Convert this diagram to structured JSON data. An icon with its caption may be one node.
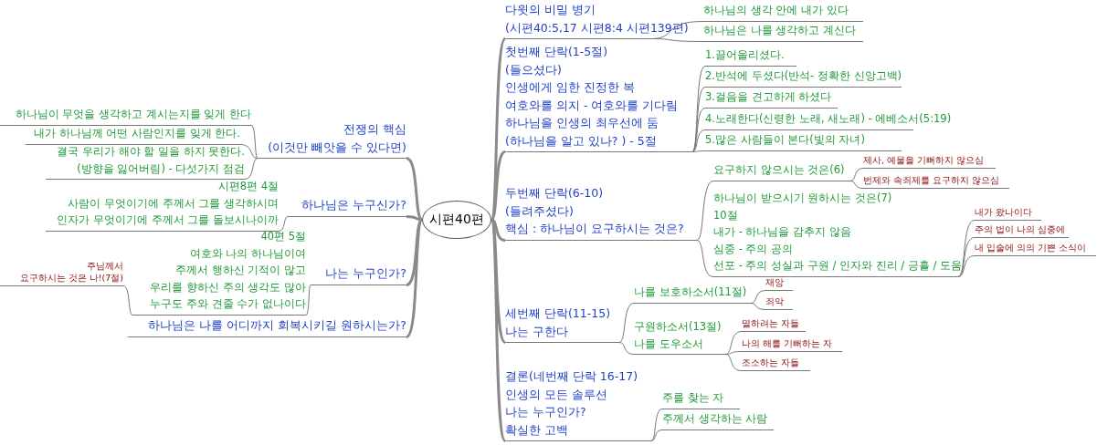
{
  "diagram": {
    "nodes": [
      {
        "text": [
          "시편40편"
        ]
      },
      {
        "text": [
          "다윗의 비밀 병기 (시편40:5,17 시편8:4 시편139편)"
        ]
      },
      {
        "text": [
          "하나님의 생각 안에 내가 있다"
        ]
      },
      {
        "text": [
          "하나님은 나를 생각하고 계신다"
        ]
      },
      {
        "text": [
          "첫번째 단락(1-5절) (들으셨다) 인생에게 임한 진정한 복 여호와를 의지 - 여호와를 기다림 하나님을 인생의 최우선에 둠 (하나님을 알고 있나? ) - 5절"
        ]
      },
      {
        "text": [
          "1.끌어올리셨다."
        ]
      },
      {
        "text": [
          "2.반석에 두셨다(반석- 정확한 신앙고백)"
        ]
      },
      {
        "text": [
          "3.걸음을 견고하게 하셨다"
        ]
      },
      {
        "text": [
          "4.노래한다(신령한 노래, 새노래) - 에베소서(5:19)"
        ]
      },
      {
        "text": [
          "5.많은 사람들이 본다(빛의 자녀)"
        ]
      },
      {
        "text": [
          "두번째 단락(6-10) (들려주셨다) 핵심 : 하나님이 요구하시는 것은?"
        ]
      },
      {
        "text": [
          "요구하지 않으시는 것은(6)"
        ]
      },
      {
        "text": [
          "제사, 예물을 기뻐하지 않으심"
        ]
      },
      {
        "text": [
          "번제와 속죄제를 요구하지 않으심"
        ]
      },
      {
        "text": [
          "하나님이 받으시기 원하시는 것은(7) 10절 내가 - 하나님을 감추지 않음 심중 - 주의 공의 선포 - 주의 성실과 구원 / 인자와 진리 / 긍휼 / 도움"
        ]
      },
      {
        "text": [
          "내가 왔나이다"
        ]
      },
      {
        "text": [
          "주의 법이 나의 심중에"
        ]
      },
      {
        "text": [
          "내 입술에 의의 기쁜 소식이"
        ]
      },
      {
        "text": [
          "세번째 단락(11-15) 나는 구한다"
        ]
      },
      {
        "text": [
          "나를 보호하소서(11절)"
        ]
      },
      {
        "text": [
          "재앙"
        ]
      },
      {
        "text": [
          "죄악"
        ]
      },
      {
        "text": [
          "구원하소서(13절) 나를 도우소서"
        ]
      },
      {
        "text": [
          "멸하려는 자들"
        ]
      },
      {
        "text": [
          "나의 해를 기뻐하는 자"
        ]
      },
      {
        "text": [
          "조소하는 자들"
        ]
      },
      {
        "text": [
          "결론(네번째 단락 16-17) 인생의 모든 솔루션 나는 누구인가? 확실한 고백"
        ]
      },
      {
        "text": [
          "주를 찾는 자"
        ]
      },
      {
        "text": [
          "주께서 생각하는 사람"
        ]
      },
      {
        "text": [
          "전쟁의 핵심 (이것만 빼앗을 수 있다면)"
        ]
      },
      {
        "text": [
          "하나님이 무엇을 생각하고 계시는지를 잊게 한다"
        ]
      },
      {
        "text": [
          "내가 하나님께 어떤 사람인지를 잊게 한다."
        ]
      },
      {
        "text": [
          "결국 우리가 해야 할 일을 하지 못한다. (방향을 잃어버림) - 다섯가지 점검"
        ]
      },
      {
        "text": [
          "하나님은 누구신가?"
        ]
      },
      {
        "text": [
          "시편8편 4절 사람이 무엇이기에 주께서 그를 생각하시며 인자가 무엇이기에 주께서 그를 돌보시나이까"
        ]
      },
      {
        "text": [
          "나는 누구인가?"
        ]
      },
      {
        "text": [
          "40편 5절 여호와 나의 하나님이여 주께서 행하신 기적이 많고 우리를 향하신 주의 생각도 많아 누구도 주와 견줄 수가 없나이다"
        ]
      },
      {
        "text": [
          "주님께서 요구하시는 것은 나!(7절)"
        ]
      },
      {
        "text": [
          "하나님은 나를 어디까지 회복시키길 원하시는가?"
        ]
      }
    ],
    "edges": [
      {
        "from": 0,
        "to": 1,
        "arrow": "none",
        "style": "thick"
      },
      {
        "from": 0,
        "to": 4,
        "arrow": "none",
        "style": "thick"
      },
      {
        "from": 0,
        "to": 10,
        "arrow": "none",
        "style": "thick"
      },
      {
        "from": 0,
        "to": 18,
        "arrow": "none",
        "style": "thick"
      },
      {
        "from": 0,
        "to": 26,
        "arrow": "none",
        "style": "thick"
      },
      {
        "from": 0,
        "to": 29,
        "arrow": "none",
        "style": "thick"
      },
      {
        "from": 0,
        "to": 33,
        "arrow": "none",
        "style": "thick"
      },
      {
        "from": 0,
        "to": 35,
        "arrow": "none",
        "style": "thick"
      },
      {
        "from": 0,
        "to": 38,
        "arrow": "none",
        "style": "thick"
      },
      {
        "from": 1,
        "to": 2,
        "arrow": "none"
      },
      {
        "from": 1,
        "to": 3,
        "arrow": "none"
      },
      {
        "from": 4,
        "to": 5,
        "arrow": "none"
      },
      {
        "from": 4,
        "to": 6,
        "arrow": "none"
      },
      {
        "from": 4,
        "to": 7,
        "arrow": "none"
      },
      {
        "from": 4,
        "to": 8,
        "arrow": "none"
      },
      {
        "from": 4,
        "to": 9,
        "arrow": "none"
      },
      {
        "from": 10,
        "to": 11,
        "arrow": "none"
      },
      {
        "from": 10,
        "to": 14,
        "arrow": "none"
      },
      {
        "from": 11,
        "to": 12,
        "arrow": "none"
      },
      {
        "from": 11,
        "to": 13,
        "arrow": "none"
      },
      {
        "from": 14,
        "to": 15,
        "arrow": "none"
      },
      {
        "from": 14,
        "to": 16,
        "arrow": "none"
      },
      {
        "from": 14,
        "to": 17,
        "arrow": "none"
      },
      {
        "from": 18,
        "to": 19,
        "arrow": "none"
      },
      {
        "from": 18,
        "to": 22,
        "arrow": "none"
      },
      {
        "from": 19,
        "to": 20,
        "arrow": "none"
      },
      {
        "from": 19,
        "to": 21,
        "arrow": "none"
      },
      {
        "from": 22,
        "to": 23,
        "arrow": "none"
      },
      {
        "from": 22,
        "to": 24,
        "arrow": "none"
      },
      {
        "from": 22,
        "to": 25,
        "arrow": "none"
      },
      {
        "from": 26,
        "to": 27,
        "arrow": "none"
      },
      {
        "from": 26,
        "to": 28,
        "arrow": "none"
      },
      {
        "from": 29,
        "to": 30,
        "arrow": "none"
      },
      {
        "from": 29,
        "to": 31,
        "arrow": "none"
      },
      {
        "from": 29,
        "to": 32,
        "arrow": "none"
      },
      {
        "from": 33,
        "to": 34,
        "arrow": "none"
      },
      {
        "from": 35,
        "to": 36,
        "arrow": "none"
      },
      {
        "from": 36,
        "to": 37,
        "arrow": "none"
      }
    ]
  }
}
